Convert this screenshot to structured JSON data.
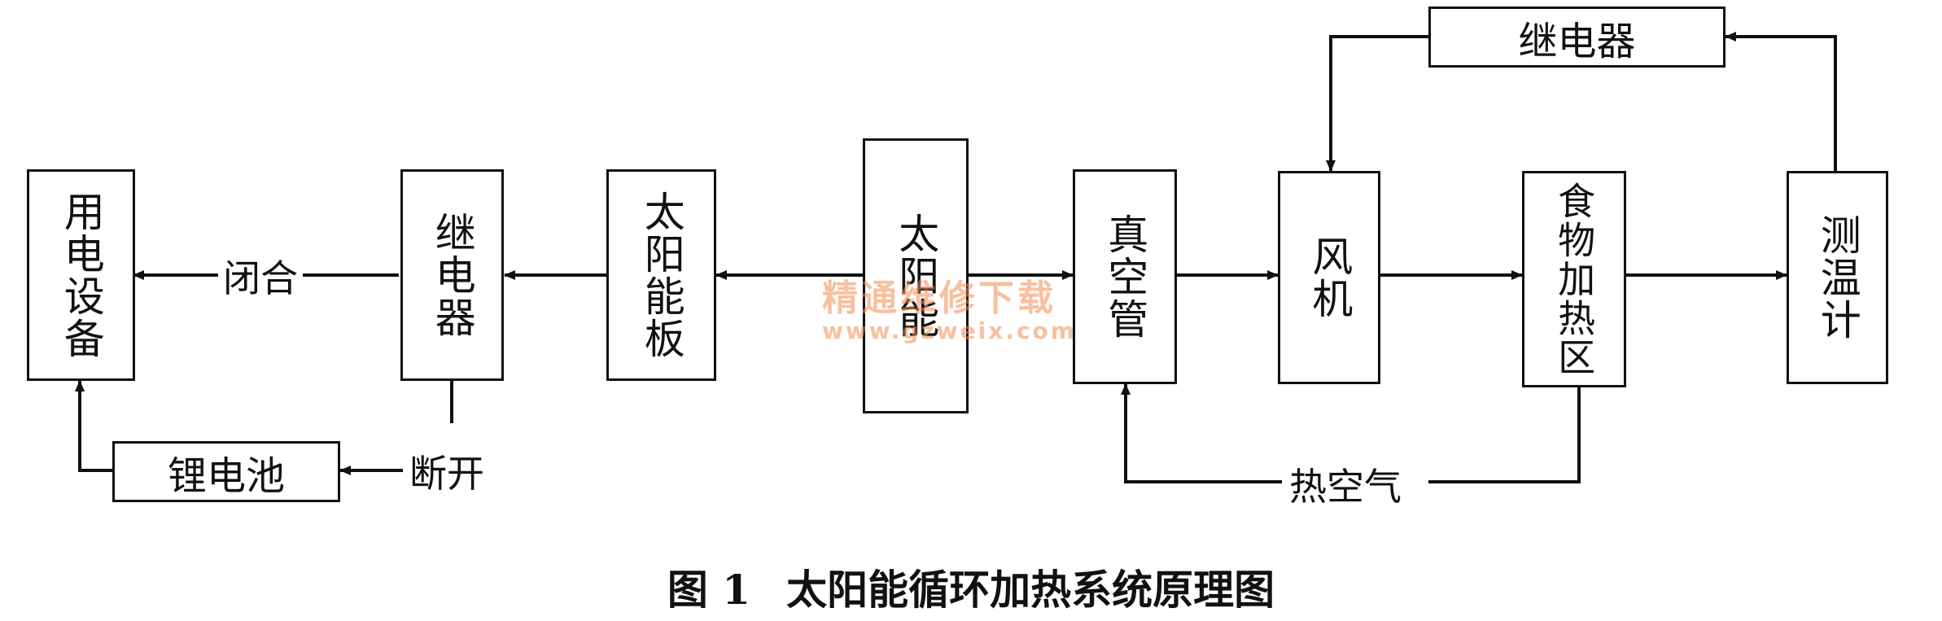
{
  "boxes": {
    "device": "用电设备",
    "relay_left": "继电器",
    "panel": "太阳能板",
    "sun": "太阳能",
    "vacuum_tube": "真空管",
    "fan": "风机",
    "heating_zone": "食物加热区",
    "thermometer": "测温计",
    "relay_top": "继电器",
    "battery": "锂电池"
  },
  "labels": {
    "closed": "闭合",
    "open": "断开",
    "hot_air": "热空气"
  },
  "caption": {
    "number": "图 1",
    "title": "太阳能循环加热系统原理图"
  },
  "watermark": {
    "title": "精通维修下载",
    "url": "www.gzweix.com",
    "color": "#f08c50"
  }
}
